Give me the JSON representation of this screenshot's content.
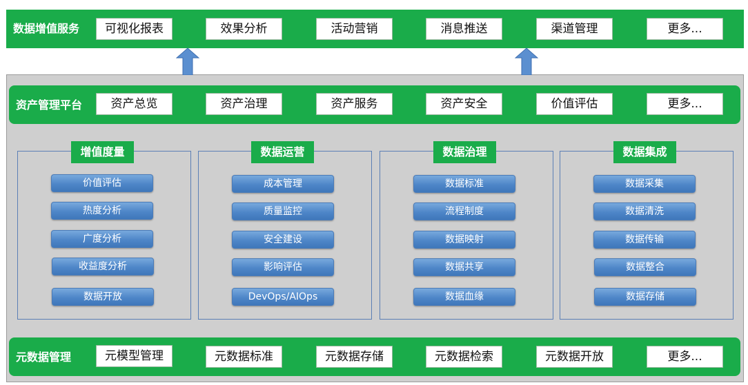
{
  "value_services": {
    "title": "数据增值服务",
    "items": [
      "可视化报表",
      "效果分析",
      "活动营销",
      "消息推送",
      "渠道管理",
      "更多..."
    ]
  },
  "asset_platform": {
    "title": "资产管理平台",
    "items": [
      "资产总览",
      "资产治理",
      "资产服务",
      "资产安全",
      "价值评估",
      "更多..."
    ]
  },
  "panels": [
    {
      "title": "增值度量",
      "items": [
        "价值评估",
        "热度分析",
        "广度分析",
        "收益度分析",
        "数据开放"
      ]
    },
    {
      "title": "数据运营",
      "items": [
        "成本管理",
        "质量监控",
        "安全建设",
        "影响评估",
        "DevOps/AIOps"
      ]
    },
    {
      "title": "数据治理",
      "items": [
        "数据标准",
        "流程制度",
        "数据映射",
        "数据共享",
        "数据血缘"
      ]
    },
    {
      "title": "数据集成",
      "items": [
        "数据采集",
        "数据清洗",
        "数据传输",
        "数据整合",
        "数据存储"
      ]
    }
  ],
  "metadata_mgmt": {
    "title": "元数据管理",
    "items": [
      "元模型管理",
      "元数据标准",
      "元数据存储",
      "元数据检索",
      "元数据开放",
      "更多..."
    ]
  },
  "colors": {
    "green": "#1aac4a",
    "blue": "#4e86c8",
    "gray": "#cfcfcf"
  }
}
